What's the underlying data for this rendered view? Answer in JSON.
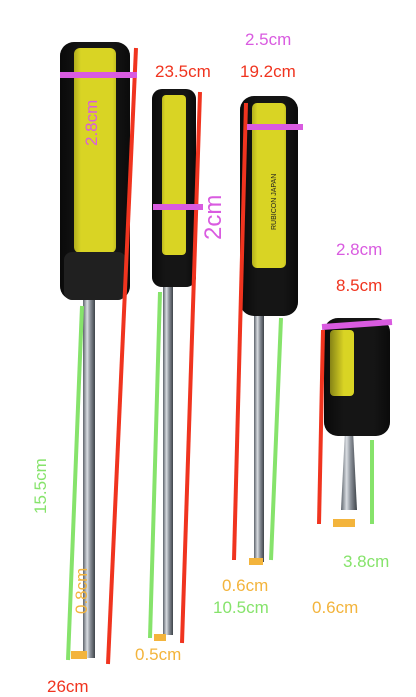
{
  "colors": {
    "red": "#f0341f",
    "green": "#86e36b",
    "magenta": "#d95be0",
    "orange": "#f3b43c",
    "yellow": "#d9d424",
    "black": "#151515",
    "shaft": "#9aa0a8"
  },
  "labels": {
    "d1_width": "2.8cm",
    "d1_length": "26cm",
    "d1_shaft": "15.5cm",
    "d1_tip": "0.8cm",
    "d2_width": "2.5cm",
    "d2_length": "23.5cm",
    "d2_tip": "0.5cm",
    "d3_length": "19.2cm",
    "d3_handle": "2cm",
    "d3_tip": "0.6cm",
    "d3_shaft": "10.5cm",
    "d4_width": "2.8cm",
    "d4_length": "8.5cm",
    "d4_shaft": "3.8cm",
    "d4_tip": "0.6cm"
  },
  "handle_text": {
    "brand": "RUBICON",
    "origin": "JAPAN"
  }
}
